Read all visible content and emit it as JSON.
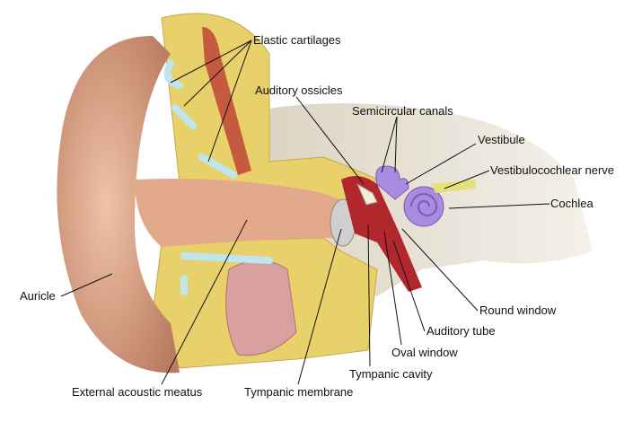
{
  "title": "Anatomy of the human ear",
  "labels": {
    "elastic_cartilages": "Elastic cartilages",
    "auditory_ossicles": "Auditory ossicles",
    "semicircular_canals": "Semicircular canals",
    "vestibule": "Vestibule",
    "vestibulocochlear_nerve": "Vestibulocochlear nerve",
    "cochlea": "Cochlea",
    "auricle": "Auricle",
    "round_window": "Round window",
    "auditory_tube": "Auditory tube",
    "oval_window": "Oval window",
    "tympanic_cavity": "Tympanic cavity",
    "external_acoustic_meatus": "External acoustic meatus",
    "tympanic_membrane": "Tympanic membrane"
  },
  "colors": {
    "skin": "#d9a184",
    "cartilage": "#e9d46a",
    "bone": "#d8d0bc",
    "inner_ear": "#a98be0",
    "vessel": "#b2272c",
    "cartilage_inner": "#bfe6ef"
  }
}
